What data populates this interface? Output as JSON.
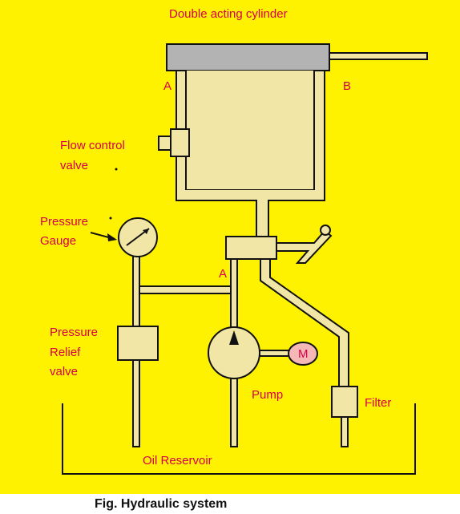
{
  "title": "Double acting cylinder",
  "caption": "Fig. Hydraulic system",
  "labels": {
    "port_a_cylinder": "A",
    "port_b_cylinder": "B",
    "flow_control_line1": "Flow control",
    "flow_control_line2": "valve",
    "pressure_gauge_line1": "Pressure",
    "pressure_gauge_line2": "Gauge",
    "port_a_valve": "A",
    "relief_line1": "Pressure",
    "relief_line2": "Relief",
    "relief_line3": "valve",
    "pump": "Pump",
    "motor": "M",
    "filter": "Filter",
    "reservoir": "Oil Reservoir"
  },
  "colors": {
    "background": "#fff200",
    "pipe_fill": "#f2e6a6",
    "cylinder_head": "#b3b3b3",
    "outline": "#111111",
    "label": "#d6004a",
    "motor_fill": "#f6b7b7"
  }
}
